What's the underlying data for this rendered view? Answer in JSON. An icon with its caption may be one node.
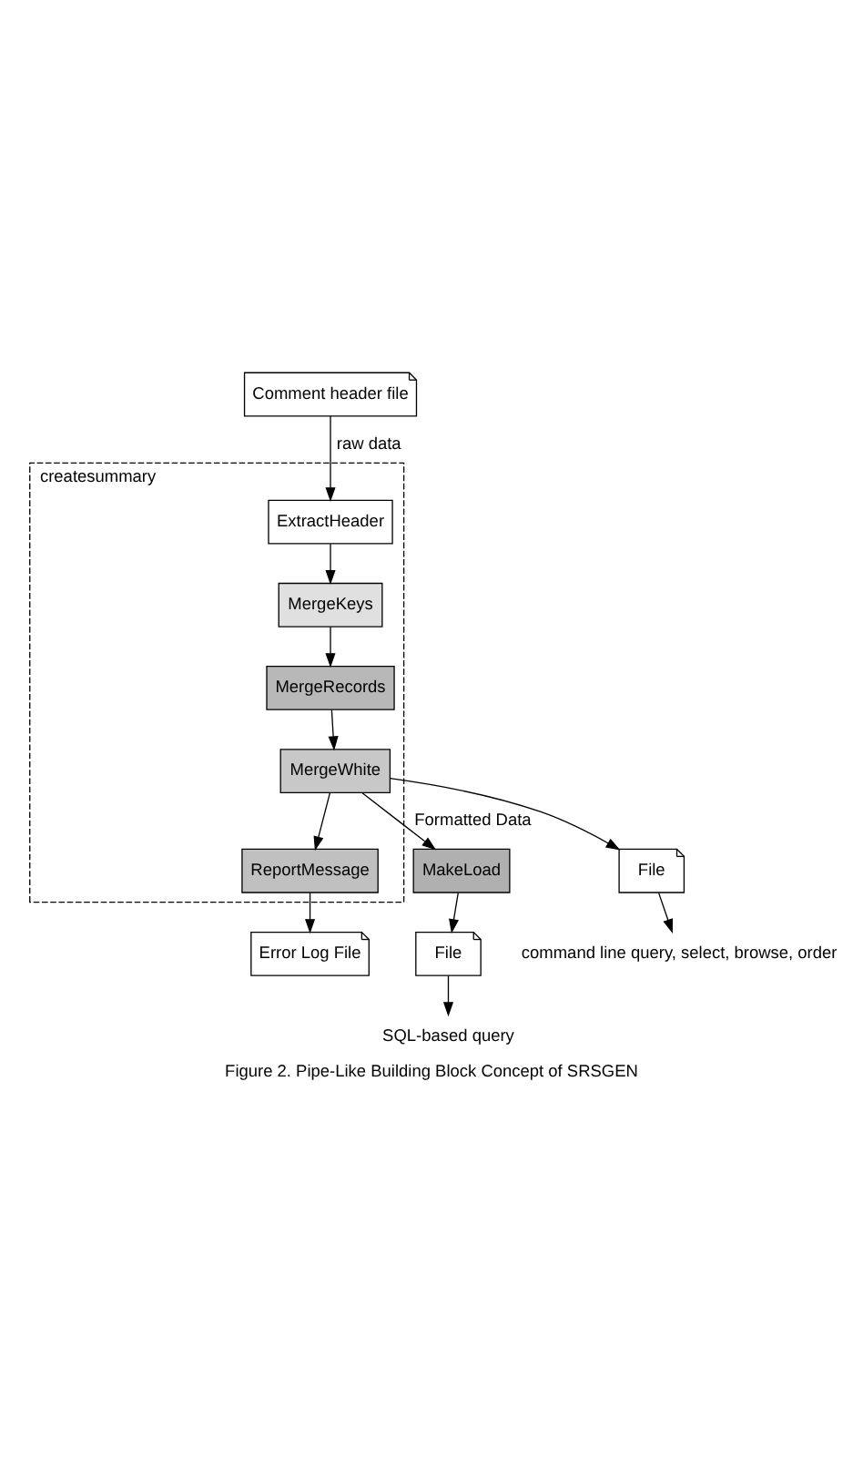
{
  "diagram": {
    "caption": "Figure 2. Pipe-Like Building Block Concept of SRSGEN",
    "nodes": [
      {
        "text": [
          "Comment header file"
        ]
      },
      {
        "text": [
          "createsummary"
        ]
      },
      {
        "text": [
          "ExtractHeader"
        ],
        "in": 1
      },
      {
        "text": [
          "MergeKeys"
        ],
        "in": 1
      },
      {
        "text": [
          "MergeRecords"
        ],
        "in": 1
      },
      {
        "text": [
          "MergeWhite"
        ],
        "in": 1
      },
      {
        "text": [
          "MakeLoad"
        ]
      },
      {
        "text": [
          "ReportMessage"
        ],
        "in": 1
      },
      {
        "text": [
          "File"
        ]
      },
      {
        "text": [
          "File"
        ]
      },
      {
        "text": [
          "Error Log File"
        ]
      },
      {
        "text": [
          "SQL-based query"
        ]
      },
      {
        "text": [
          "command line query, select, browse, order"
        ]
      }
    ],
    "edges": [
      {
        "from": 0,
        "to": 2,
        "arrow": "to",
        "label": "raw data"
      },
      {
        "from": 2,
        "to": 3,
        "arrow": "to"
      },
      {
        "from": 3,
        "to": 4,
        "arrow": "to"
      },
      {
        "from": 4,
        "to": 5,
        "arrow": "to"
      },
      {
        "from": 5,
        "to": 6,
        "arrow": "to",
        "label": "Formatted Data"
      },
      {
        "from": 5,
        "to": 9,
        "arrow": "to"
      },
      {
        "from": 5,
        "to": 7,
        "arrow": "to"
      },
      {
        "from": 6,
        "to": 8,
        "arrow": "to"
      },
      {
        "from": 7,
        "to": 10,
        "arrow": "to"
      },
      {
        "from": 8,
        "to": 11,
        "arrow": "to"
      },
      {
        "from": 9,
        "to": 12,
        "arrow": "to"
      }
    ]
  }
}
